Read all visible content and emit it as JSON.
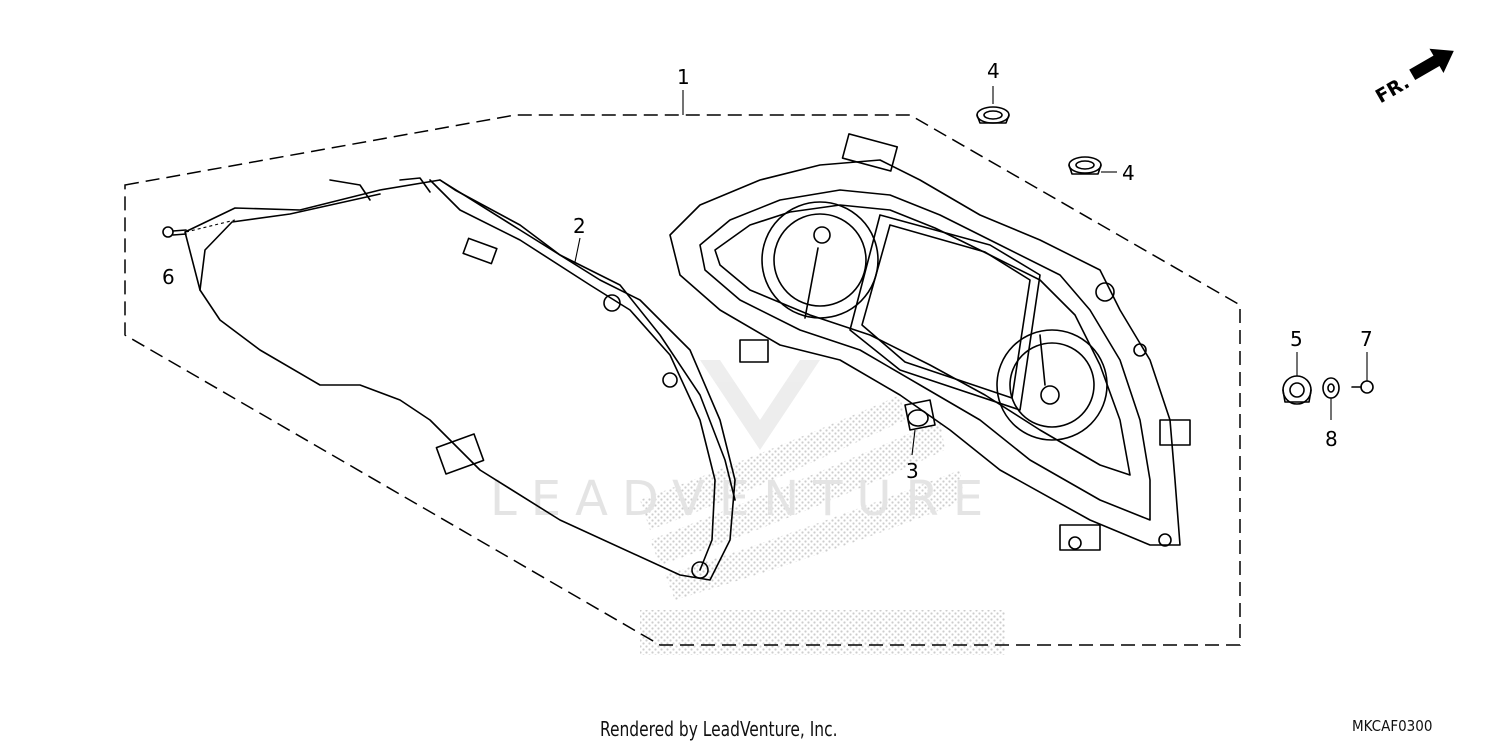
{
  "callouts": {
    "c1": "1",
    "c2": "2",
    "c3": "3",
    "c4a": "4",
    "c4b": "4",
    "c5": "5",
    "c6": "6",
    "c7": "7",
    "c8": "8"
  },
  "front_indicator": "FR.",
  "watermark": "LEADVENTURE",
  "footer": {
    "credit": "Rendered by LeadVenture, Inc.",
    "diagram_code": "MKCAF0300"
  },
  "colors": {
    "line": "#000000",
    "watermark": "#d9d9d9",
    "background": "#ffffff"
  },
  "icons": [
    "front-direction-arrow-icon"
  ]
}
